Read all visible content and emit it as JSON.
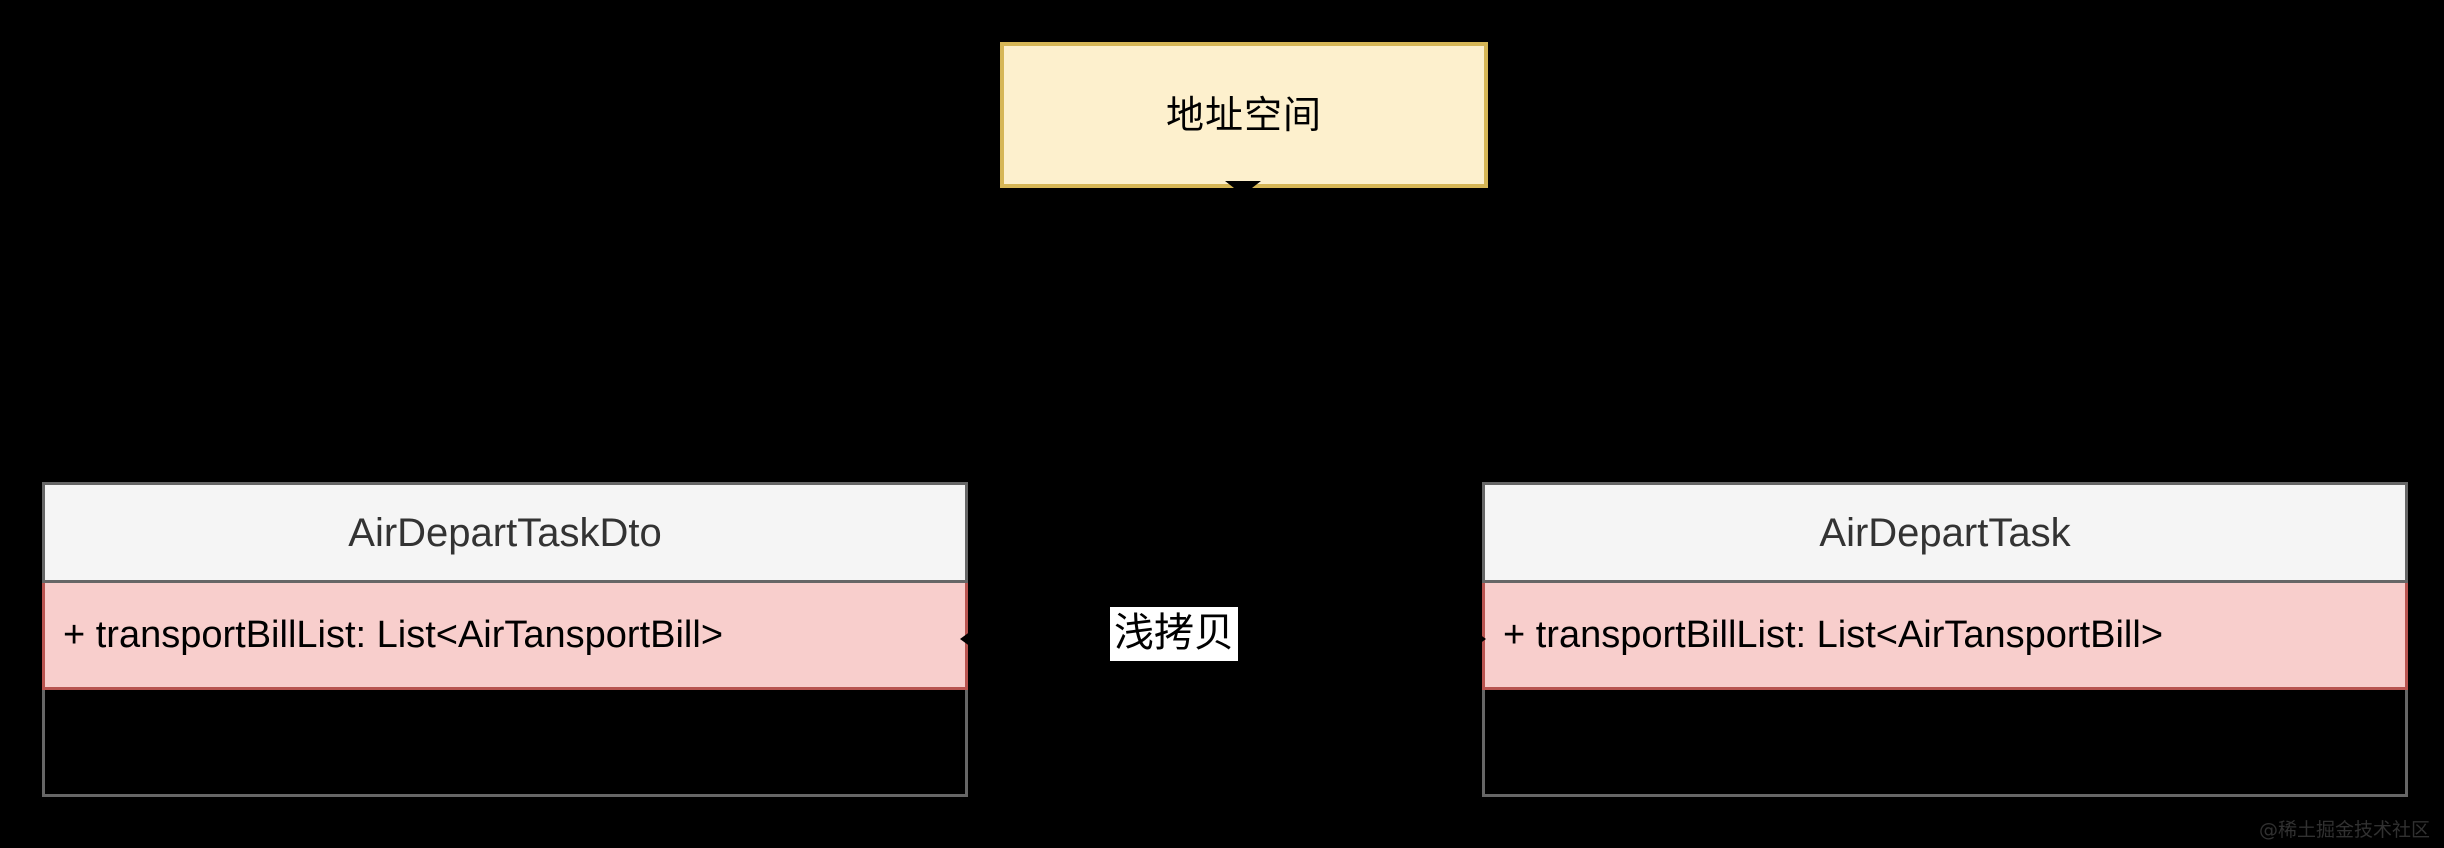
{
  "diagram": {
    "type": "uml-class-diagram",
    "background_color": "#000000",
    "address_space_node": {
      "label": "地址空间",
      "fill_color": "#fdf0cd",
      "border_color": "#d6b656"
    },
    "classes": [
      {
        "name": "AirDepartTaskDto",
        "header_fill": "#f5f5f5",
        "header_border": "#666666",
        "attributes": [
          "+ transportBillList: List<AirTansportBill>"
        ],
        "attribute_fill": "#f8cecc",
        "attribute_border": "#b85450",
        "methods": []
      },
      {
        "name": "AirDepartTask",
        "header_fill": "#f5f5f5",
        "header_border": "#666666",
        "attributes": [
          "+ transportBillList: List<AirTansportBill>"
        ],
        "attribute_fill": "#f8cecc",
        "attribute_border": "#b85450",
        "methods": []
      }
    ],
    "association": {
      "label": "浅拷贝",
      "label_background": "#ffffff",
      "line_color": "#000000",
      "arrow_left": true,
      "arrow_right": true
    }
  },
  "watermark": {
    "text": "@稀土掘金技术社区"
  }
}
